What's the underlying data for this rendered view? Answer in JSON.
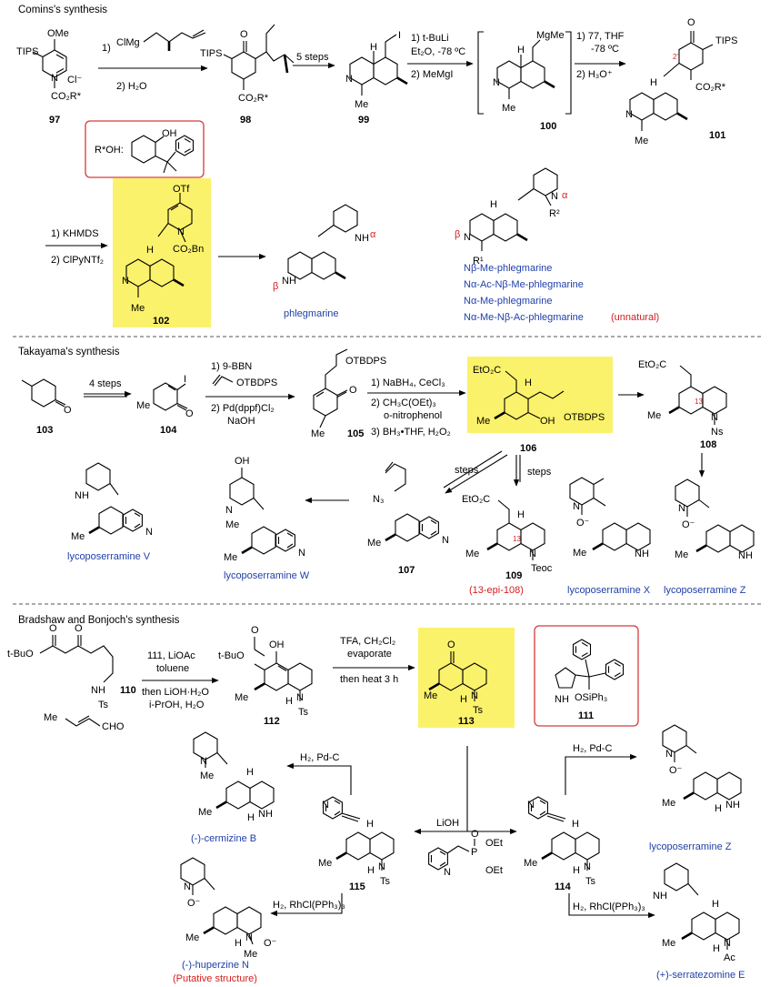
{
  "sections": {
    "comins": "Comins's synthesis",
    "takayama": "Takayama's synthesis",
    "bradshaw": "Bradshaw and Bonjoch's synthesis"
  },
  "compounds": {
    "c97": "97",
    "c98": "98",
    "c99": "99",
    "c100": "100",
    "c101": "101",
    "c102": "102",
    "c103": "103",
    "c104": "104",
    "c105": "105",
    "c106": "106",
    "c107": "107",
    "c108": "108",
    "c109": "109",
    "c110": "110",
    "c111": "111",
    "c112": "112",
    "c113": "113",
    "c114": "114",
    "c115": "115"
  },
  "reagents": {
    "r97_1_pre": "1)",
    "r97_1": "ClMg",
    "r97_2": "2) H₂O",
    "r98": "5 steps",
    "r99_1": "1) t-BuLi",
    "r99_1b": "Et₂O, -78 ºC",
    "r99_2": "2) MeMgI",
    "r100_1": "1) 77, THF",
    "r100_1b": "-78 ºC",
    "r100_2": "2) H₃O⁺",
    "r101_1": "1) KHMDS",
    "r101_2": "2) ClPyNTf₂",
    "r103": "4 steps",
    "r104_1": "1) 9-BBN",
    "r104_1b": "OTBDPS",
    "r104_2": "2) Pd(dppf)Cl₂",
    "r104_2b": "NaOH",
    "r105_1": "1) NaBH₄, CeCl₃",
    "r105_2": "2) CH₃C(OEt)₃",
    "r105_2b": "o-nitrophenol",
    "r105_3": "3) BH₃•THF, H₂O₂",
    "steps_a": "steps",
    "steps_b": "steps",
    "r110_1": "111, LiOAc",
    "r110_1b": "toluene",
    "r110_2": "then LiOH·H₂O",
    "r110_2b": "i-PrOH, H₂O",
    "r112_1": "TFA, CH₂Cl₂",
    "r112_1b": "evaporate",
    "r112_2": "then heat 3 h",
    "lioh": "LiOH",
    "h2pd_1": "H₂, Pd-C",
    "h2pd_2": "H₂, Pd-C",
    "h2rh_1": "H₂, RhCl(PPh₃)₃",
    "h2rh_2": "H₂, RhCl(PPh₃)₃"
  },
  "labels": {
    "tips": "TIPS",
    "ome": "OMe",
    "cl": "Cl⁻",
    "co2r": "CO₂R*",
    "me": "Me",
    "o": "O",
    "i": "I",
    "mgme": "MgMe",
    "h": "H",
    "n": "N",
    "nplus": "N",
    "cbn": "CO₂Bn",
    "otf": "OTf",
    "oh": "OH",
    "rstar": "R*OH:",
    "r1": "R¹",
    "r2": "R²",
    "alpha": "α",
    "beta": "β",
    "two": "2'",
    "otbdps": "OTBDPS",
    "eto2c": "EtO₂C",
    "ns": "Ns",
    "teoc": "Teoc",
    "n3": "N₃",
    "c13": "13",
    "tbuo": "t-BuO",
    "nhts": "NH",
    "ts": "Ts",
    "cho": "CHO",
    "osiph3": "OSiPh₃",
    "ac": "Ac",
    "oet": "OEt",
    "p": "P",
    "ominus": "O⁻"
  },
  "products": {
    "phlegmarine": "phlegmarine",
    "nb_me": "Nβ-Me-phlegmarine",
    "na_ac_nb_me": "Nα-Ac-Nβ-Me-phlegmarine",
    "na_me": "Nα-Me-phlegmarine",
    "na_me_nb_ac": "Nα-Me-Nβ-Ac-phlegmarine",
    "unnatural": "(unnatural)",
    "lyco_v": "lycoposerramine V",
    "lyco_w": "lycoposerramine W",
    "lyco_x": "lycoposerramine X",
    "lyco_z1": "lycoposerramine Z",
    "lyco_z2": "lycoposerramine Z",
    "epi108": "(13-epi-108)",
    "cermizine": "(-)-cermizine B",
    "huperzine": "(-)-huperzine N",
    "putative": "(Putative structure)",
    "serratezomine": "(+)-serratezomine E"
  },
  "colors": {
    "highlight": "#fbf26b",
    "blue": "#1f3fa8",
    "red": "#d42020",
    "box": "#d63a3a"
  }
}
